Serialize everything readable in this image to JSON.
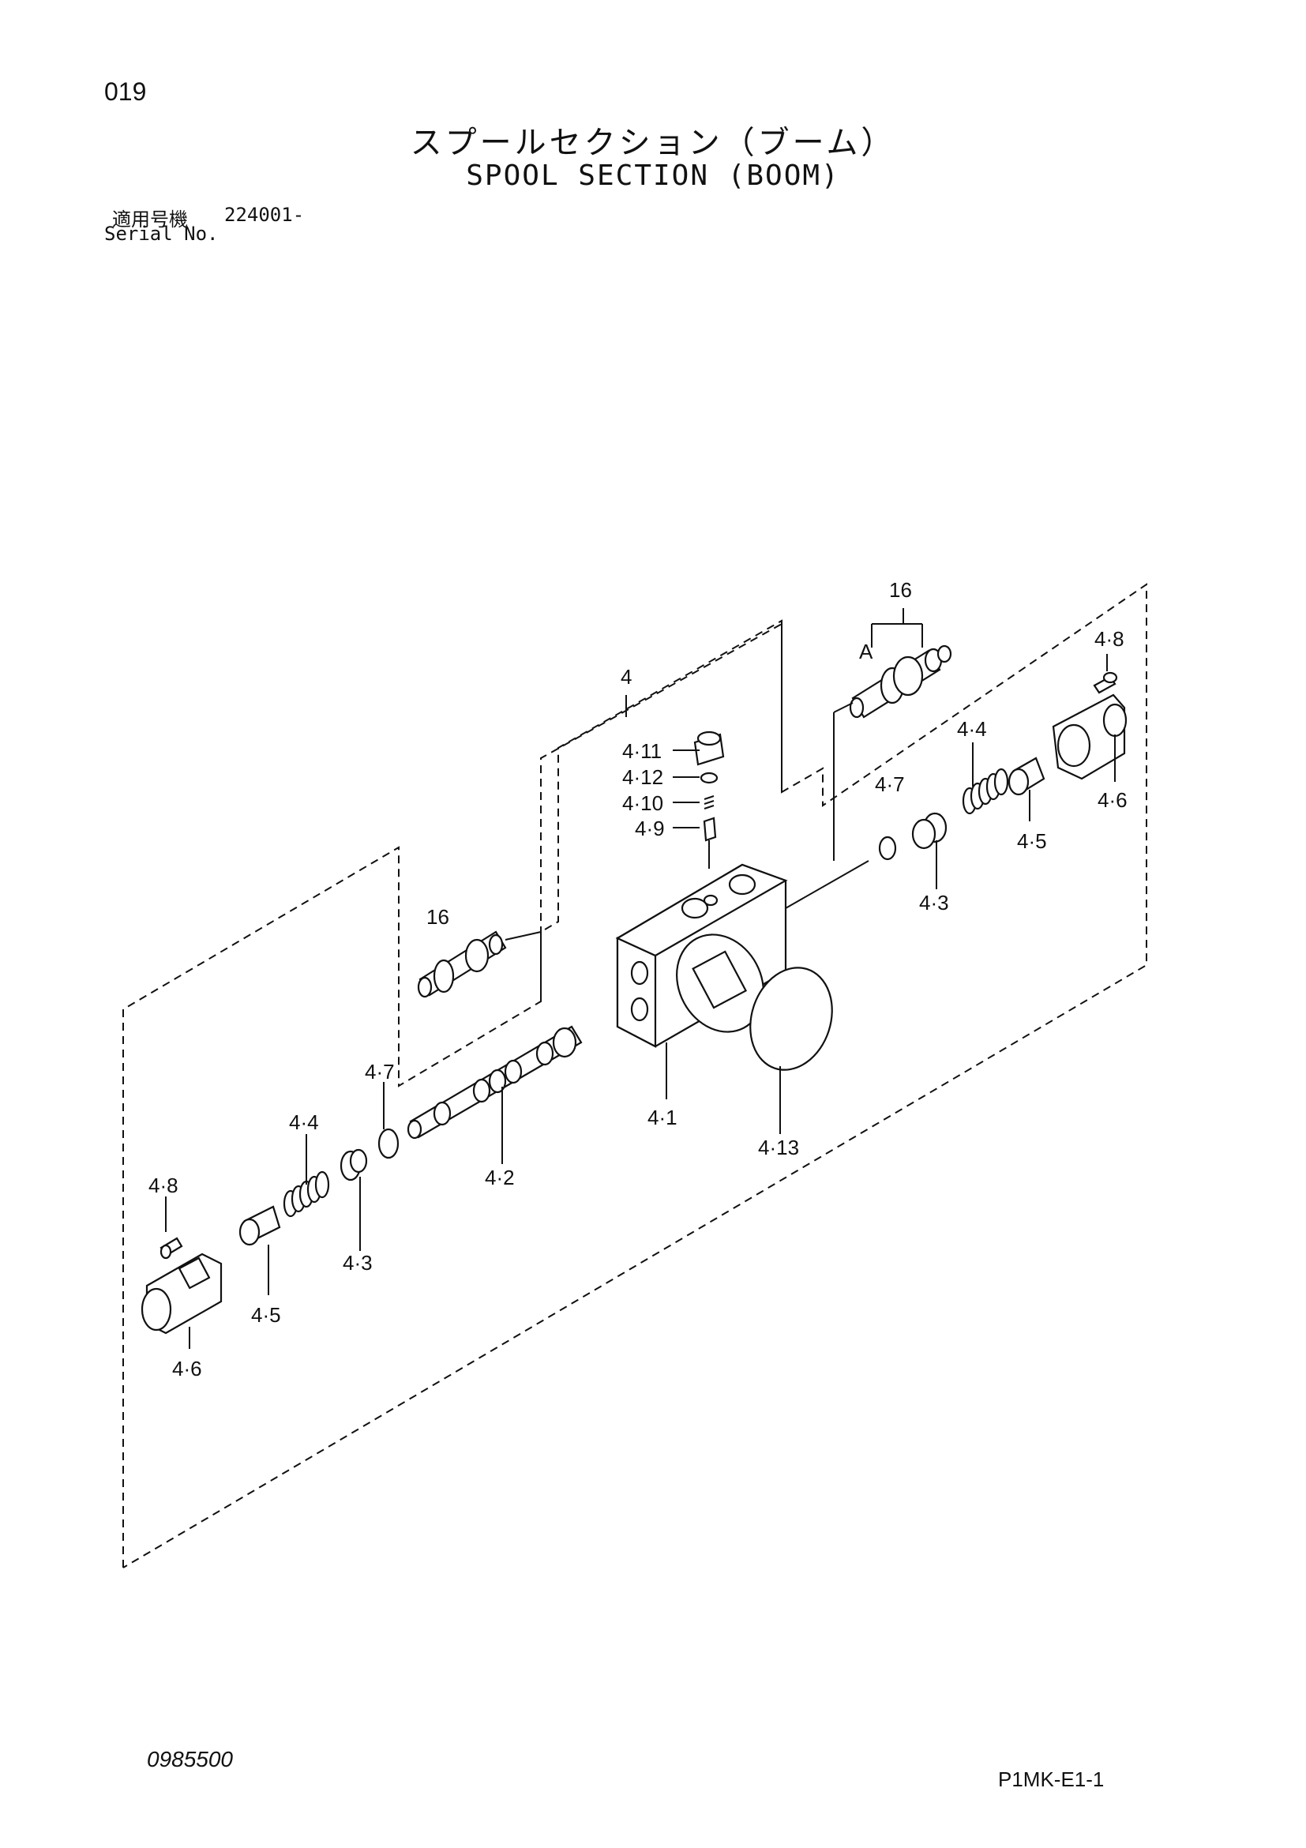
{
  "header": {
    "page_number": "019",
    "title_jp": "スプールセクション（ブーム）",
    "title_en": "SPOOL SECTION (BOOM)",
    "serial_label_jp": "適用号機",
    "serial_value": "224001-",
    "serial_label_en": "Serial No."
  },
  "callouts": {
    "c16_top": "16",
    "a_mark": "A",
    "c4_8_right": "4·8",
    "c4": "4",
    "c4_11": "4·11",
    "c4_12": "4·12",
    "c4_10": "4·10",
    "c4_9": "4·9",
    "c4_4_right": "4·4",
    "c4_7_right": "4·7",
    "c4_5_right": "4·5",
    "c4_6_right": "4·6",
    "c4_3_right": "4·3",
    "c16_left": "16",
    "c4_7_left": "4·7",
    "c4_4_left": "4·4",
    "c4_1": "4·1",
    "c4_13": "4·13",
    "c4_2": "4·2",
    "c4_8_left": "4·8",
    "c4_3_left": "4·3",
    "c4_5_left": "4·5",
    "c4_6_left": "4·6"
  },
  "footer": {
    "doc_number": "0985500",
    "page_code": "P1MK-E1-1"
  }
}
